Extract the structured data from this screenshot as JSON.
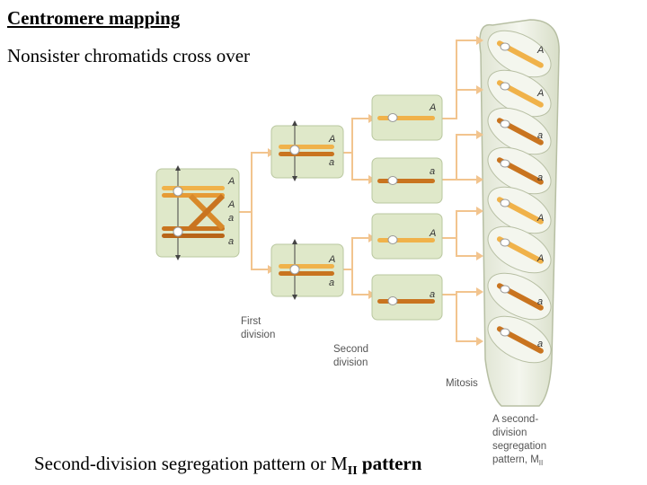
{
  "title": "Centromere mapping",
  "subtitle": "Nonsister chromatids cross over",
  "caption": {
    "text": "Second-division segregation pattern or M",
    "sub": "II",
    "tail": "pattern"
  },
  "labels": {
    "first_division": [
      "First",
      "division"
    ],
    "second_division": [
      "Second",
      "division"
    ],
    "mitosis": "Mitosis",
    "pattern_note": [
      "A second-",
      "division",
      "segregation",
      "pattern, M"
    ],
    "pattern_note_sub": "II"
  },
  "alleles": {
    "start": [
      "A",
      "A",
      "a",
      "a"
    ],
    "first_top": [
      "A",
      "a"
    ],
    "first_bottom": [
      "A",
      "a"
    ],
    "second": [
      "A",
      "a",
      "A",
      "a"
    ],
    "ascus": [
      "A",
      "A",
      "a",
      "a",
      "A",
      "A",
      "a",
      "a"
    ]
  },
  "colors": {
    "box_fill": "#dfe8c9",
    "box_stroke": "#b9c79f",
    "arrow": "#f2c48e",
    "chrom_light": "#f0b24a",
    "chrom_dark": "#c9741f",
    "ascus_fill": "#eef1e4",
    "ascus_stroke": "#b7bfa3"
  }
}
